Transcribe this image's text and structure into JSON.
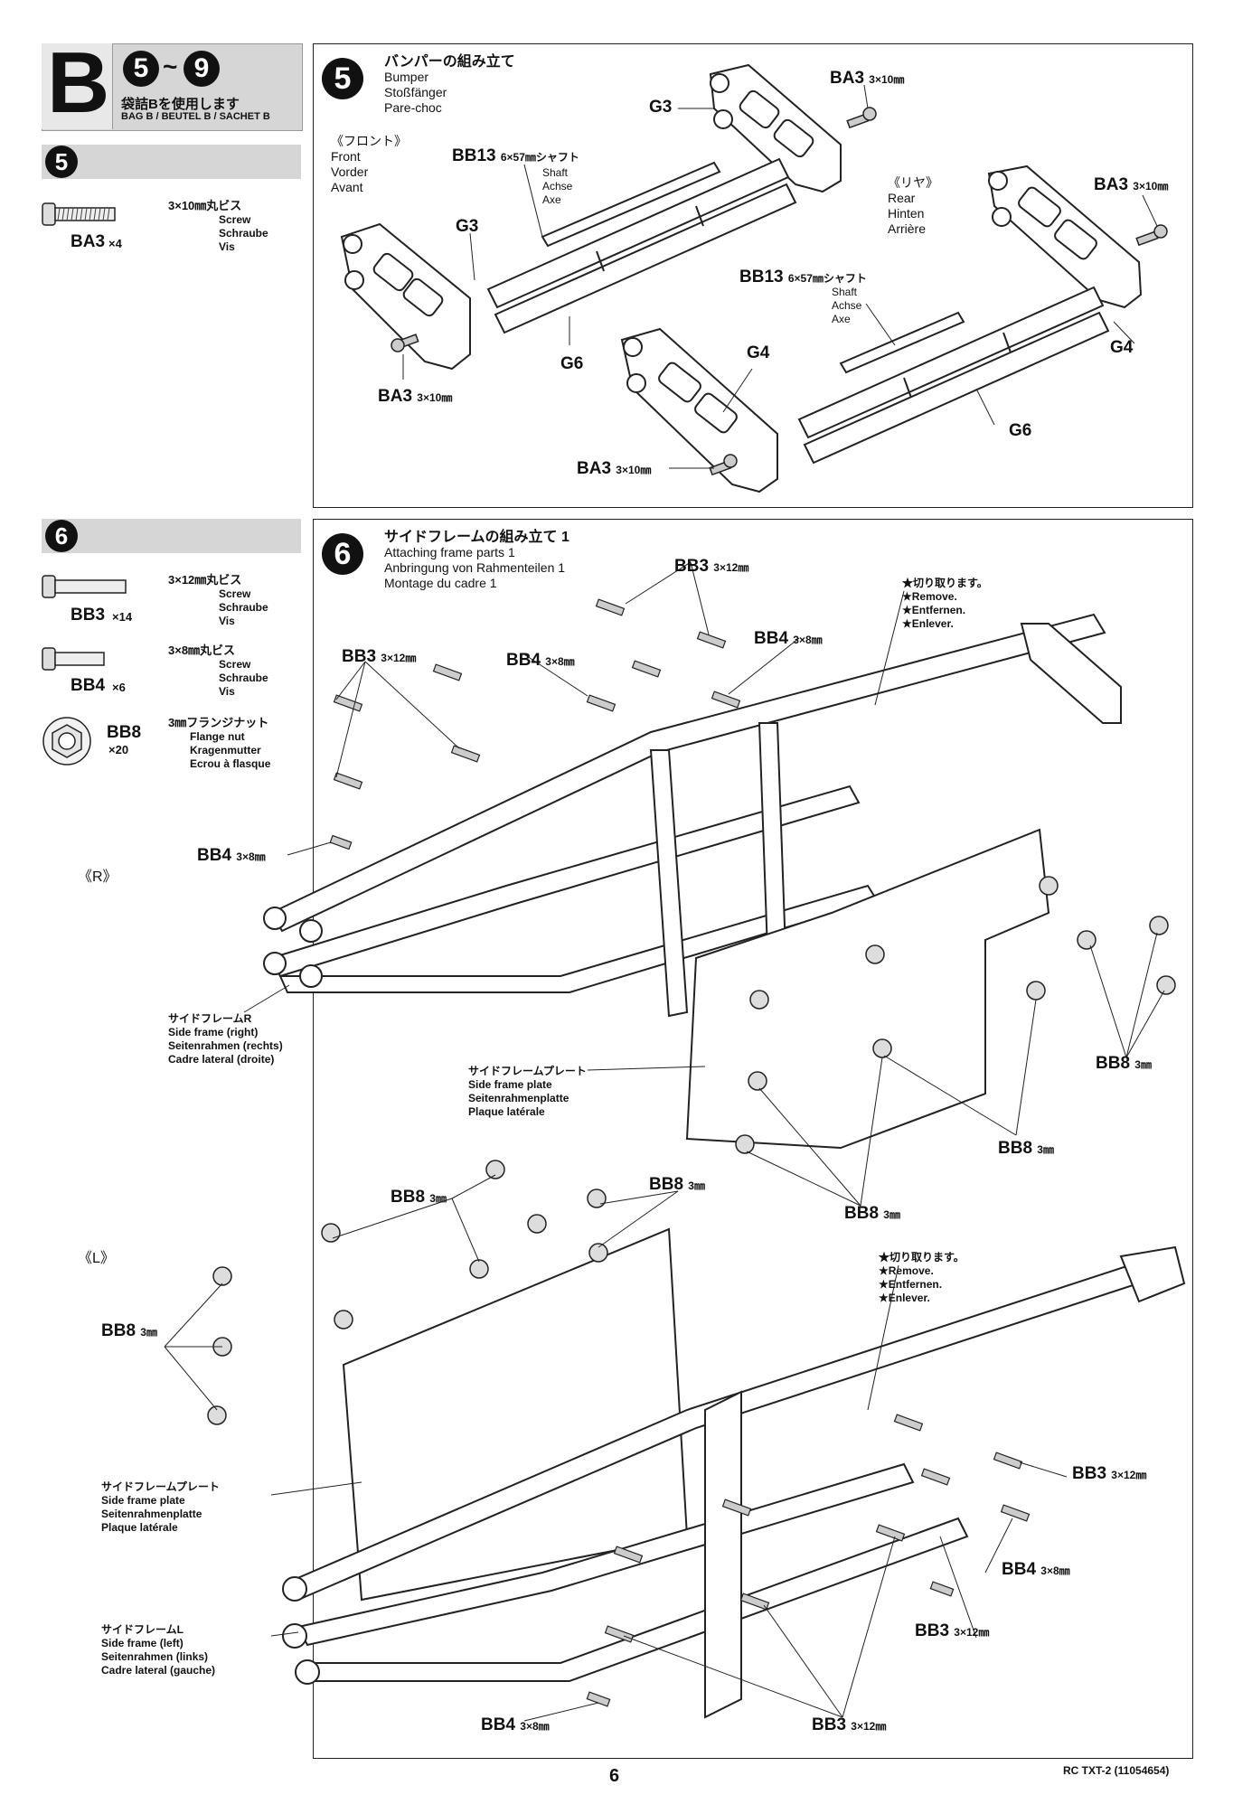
{
  "header": {
    "bag_letter": "B",
    "steps_from": "5",
    "tilde": "~",
    "steps_to": "9",
    "bag_jp": "袋詰Bを使用します",
    "bag_translations": "BAG B / BEUTEL B / SACHET B"
  },
  "step5": {
    "number": "5",
    "parts": [
      {
        "code": "BA3",
        "qty": "×4",
        "spec": "3×10㎜丸ビス",
        "names": [
          "Screw",
          "Schraube",
          "Vis"
        ]
      }
    ],
    "title_jp": "バンパーの組み立て",
    "title_lines": [
      "Bumper",
      "Stoßfänger",
      "Pare-choc"
    ],
    "front_jp": "《フロント》",
    "front_lines": [
      "Front",
      "Vorder",
      "Avant"
    ],
    "rear_jp": "《リヤ》",
    "rear_lines": [
      "Rear",
      "Hinten",
      "Arrière"
    ],
    "labels": {
      "g3": "G3",
      "g4": "G4",
      "g6": "G6",
      "ba3": "BA3",
      "ba3_size": "3×10㎜",
      "bb13": "BB13",
      "bb13_size": "6×57㎜シャフト",
      "shaft_lines": [
        "Shaft",
        "Achse",
        "Axe"
      ]
    }
  },
  "step6": {
    "number": "6",
    "parts": [
      {
        "code": "BB3",
        "qty": "×14",
        "spec": "3×12㎜丸ビス",
        "names": [
          "Screw",
          "Schraube",
          "Vis"
        ]
      },
      {
        "code": "BB4",
        "qty": "×6",
        "spec": "3×8㎜丸ビス",
        "names": [
          "Screw",
          "Schraube",
          "Vis"
        ]
      },
      {
        "code": "BB8",
        "qty": "×20",
        "spec": "3㎜フランジナット",
        "names": [
          "Flange nut",
          "Kragenmutter",
          "Ecrou à flasque"
        ]
      }
    ],
    "title_jp": "サイドフレームの組み立て 1",
    "title_lines": [
      "Attaching frame parts 1",
      "Anbringung von Rahmenteilen 1",
      "Montage du cadre 1"
    ],
    "remove_lines": [
      "★切り取ります。",
      "★Remove.",
      "★Entfernen.",
      "★Enlever."
    ],
    "side_r": "《R》",
    "side_l": "《L》",
    "side_frame_r": [
      "サイドフレームR",
      "Side frame (right)",
      "Seitenrahmen (rechts)",
      "Cadre lateral (droite)"
    ],
    "side_frame_l": [
      "サイドフレームL",
      "Side frame (left)",
      "Seitenrahmen (links)",
      "Cadre lateral (gauche)"
    ],
    "side_plate": [
      "サイドフレームプレート",
      "Side frame plate",
      "Seitenrahmenplatte",
      "Plaque latérale"
    ],
    "labels": {
      "bb3": "BB3",
      "bb3_size": "3×12㎜",
      "bb4": "BB4",
      "bb4_size": "3×8㎜",
      "bb8": "BB8",
      "bb8_size": "3㎜"
    }
  },
  "footer": {
    "page_number": "6",
    "code": "RC TXT-2 (11054654)"
  }
}
